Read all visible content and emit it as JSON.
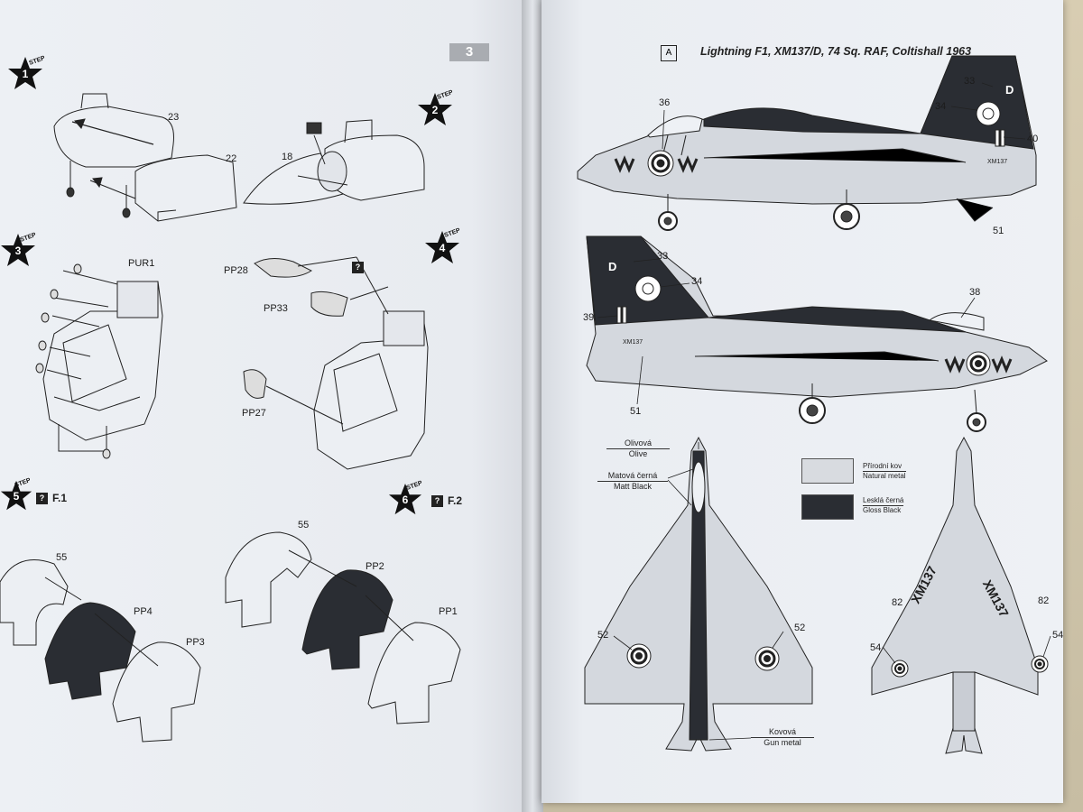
{
  "left_page": {
    "page_number": "3",
    "steps": [
      {
        "number": "1",
        "label": "STEP"
      },
      {
        "number": "2",
        "label": "STEP"
      },
      {
        "number": "3",
        "label": "STEP"
      },
      {
        "number": "4",
        "label": "STEP"
      },
      {
        "number": "5",
        "label": "STEP",
        "variant": "F.1"
      },
      {
        "number": "6",
        "label": "STEP",
        "variant": "F.2"
      }
    ],
    "part_numbers": {
      "p23": "23",
      "p22": "22",
      "p18": "18",
      "pur1": "PUR1",
      "pp28": "PP28",
      "pp33": "PP33",
      "pp27": "PP27",
      "p55a": "55",
      "pp4": "PP4",
      "pp3": "PP3",
      "p55b": "55",
      "pp2": "PP2",
      "pp1": "PP1"
    },
    "qmark": "?"
  },
  "right_page": {
    "scheme_letter": "A",
    "title": "Lightning F1, XM137/D, 74 Sq. RAF, Coltishall 1963",
    "callouts_top": {
      "c36": "36",
      "c33": "33",
      "c34": "34",
      "c40": "40",
      "c51": "51",
      "tail_letter": "D",
      "serial": "XM137"
    },
    "callouts_side2": {
      "c33": "33",
      "c34": "34",
      "c38": "38",
      "c39": "39",
      "c51": "51",
      "tail_letter": "D",
      "serial": "XM137"
    },
    "callouts_plan": {
      "c52a": "52",
      "c52b": "52",
      "c82a": "82",
      "c82b": "82",
      "c54a": "54",
      "c54b": "54",
      "wing_serial": "XM137"
    },
    "color_labels": {
      "olive_cz": "Olivová",
      "olive_en": "Olive",
      "matt_black_cz": "Matová černá",
      "matt_black_en": "Matt Black",
      "gun_metal_cz": "Kovová",
      "gun_metal_en": "Gun metal"
    },
    "legend": [
      {
        "cz": "Přírodní kov",
        "en": "Natural metal",
        "color": "#d8dbe0"
      },
      {
        "cz": "Lesklá černá",
        "en": "Gloss Black",
        "color": "#2a2d33"
      }
    ]
  },
  "colors": {
    "paper": "#eef1f5",
    "ink": "#1c1c1c",
    "dark": "#2a2d33",
    "metal": "#d4d8de"
  }
}
